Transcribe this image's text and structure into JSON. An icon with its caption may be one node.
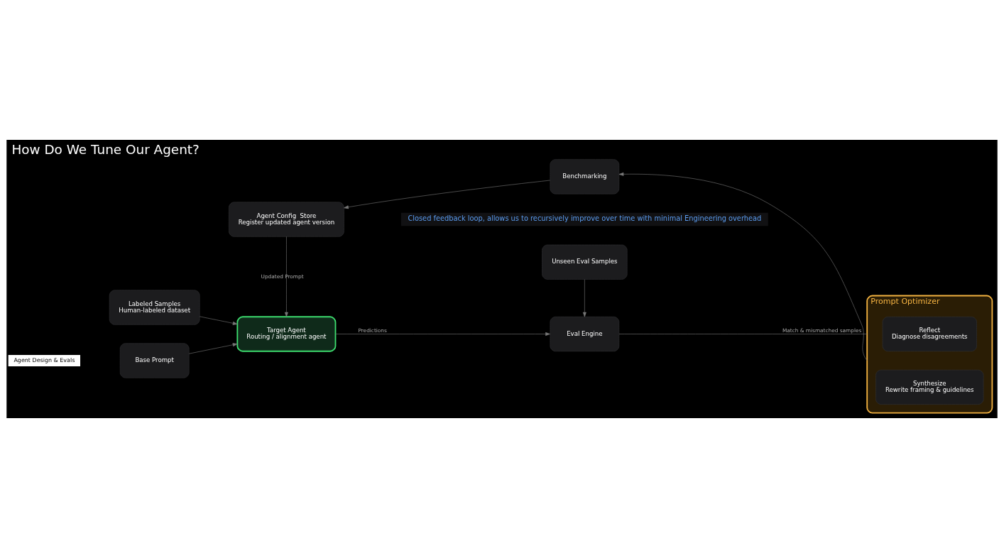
{
  "diagram": {
    "title": "How Do We Tune Our Agent?",
    "nodes": [
      {
        "text": [
          "Base Prompt"
        ]
      },
      {
        "text": [
          "Labeled Samples",
          "Human-labeled dataset"
        ]
      },
      {
        "text": [
          "Target Agent",
          "Routing / alignment agent"
        ]
      },
      {
        "text": [
          "Unseen Eval Samples"
        ]
      },
      {
        "text": [
          "Eval Engine"
        ]
      },
      {
        "text": [
          "Prompt Optimizer"
        ]
      },
      {
        "text": [
          "Reflect",
          "Diagnose disagreements"
        ],
        "in": 5
      },
      {
        "text": [
          "Synthesize",
          "Rewrite framing & guidelines"
        ],
        "in": 5
      },
      {
        "text": [
          "Benchmarking"
        ]
      },
      {
        "text": [
          "Agent Config  Store",
          "Register updated agent version"
        ]
      }
    ],
    "edges": [
      {
        "from": 0,
        "to": 2,
        "arrow": "to"
      },
      {
        "from": 1,
        "to": 2,
        "arrow": "to"
      },
      {
        "from": 2,
        "to": 4,
        "arrow": "to",
        "label": "Predictions"
      },
      {
        "from": 3,
        "to": 4,
        "arrow": "to"
      },
      {
        "from": 4,
        "to": 5,
        "arrow": "none",
        "label": "Match & mismatched samples"
      },
      {
        "from": 5,
        "to": 8,
        "arrow": "to"
      },
      {
        "from": 8,
        "to": 9,
        "arrow": "to"
      },
      {
        "from": 9,
        "to": 2,
        "arrow": "to",
        "label": "Updated Prompt"
      }
    ],
    "labels": [
      "Agent Design & Evals",
      "Closed feedback loop, allows us to recursively improve over time with minimal Engineering overhead"
    ]
  }
}
